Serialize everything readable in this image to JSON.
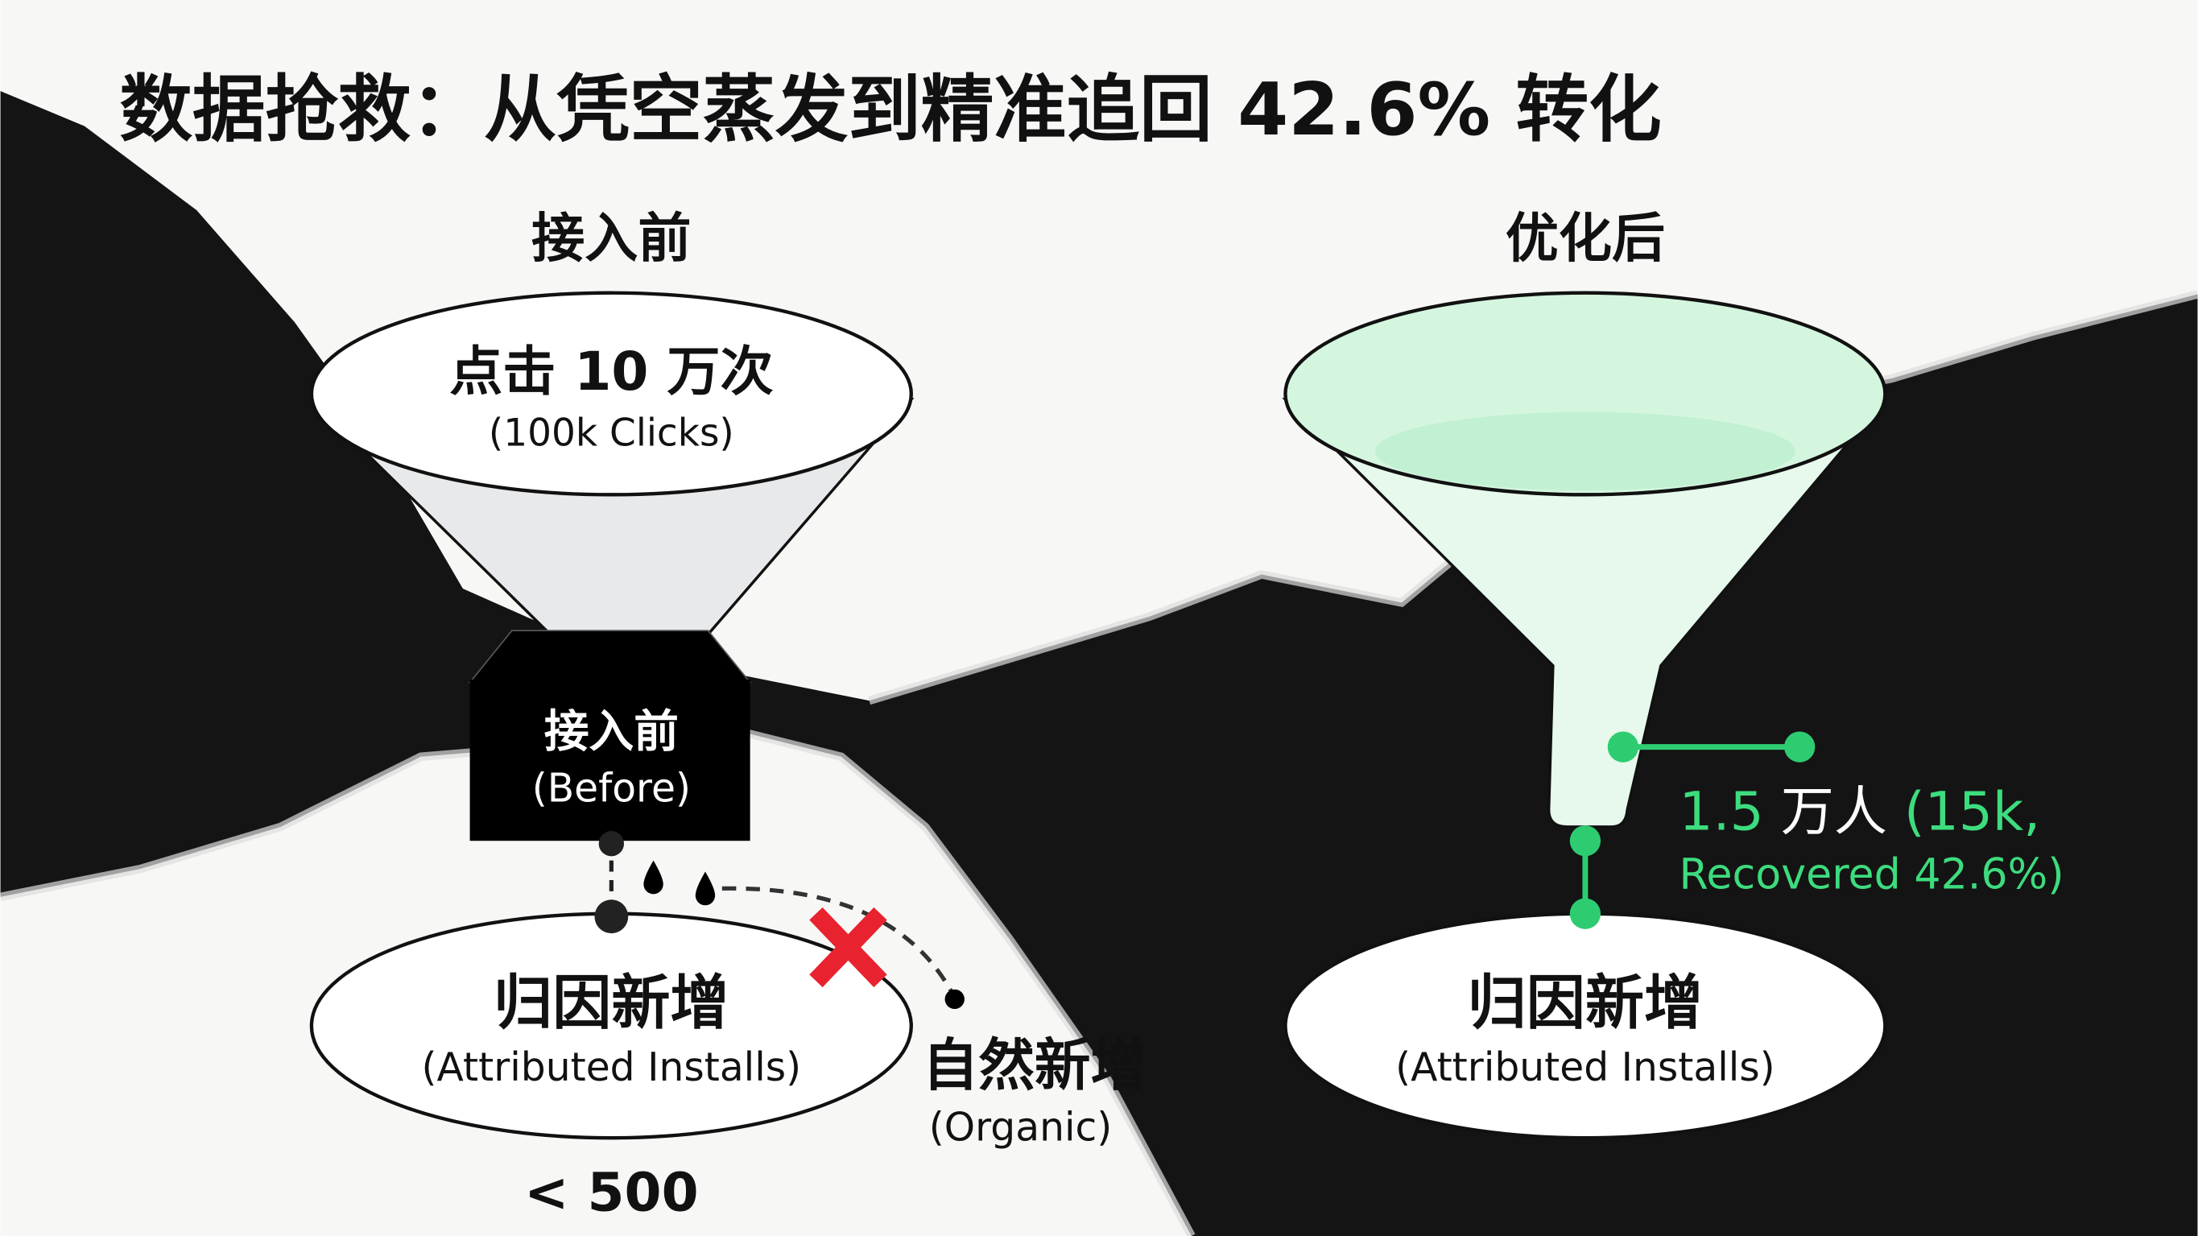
{
  "title": "数据抢救：从凭空蒸发到精准追回 42.6% 转化",
  "before": {
    "heading": "接入前",
    "funnel_top_cn": "点击 10 万次",
    "funnel_top_en": "(100k Clicks)",
    "box_cn": "接入前",
    "box_en": "(Before)",
    "result_cn": "归因新增",
    "result_en": "(Attributed Installs)",
    "result_value": "< 500",
    "organic_cn": "自然新增",
    "organic_en": "(Organic)"
  },
  "after": {
    "heading": "优化后",
    "recovered_num": "1.5",
    "recovered_unit": "万人",
    "recovered_en1": "(15k,",
    "recovered_en2": "Recovered 42.6%)",
    "result_cn": "归因新增",
    "result_en": "(Attributed Installs)"
  },
  "colors": {
    "accent_green": "#3ddc7e",
    "error_red": "#e8232f",
    "funnel_green": "#d4f6df"
  }
}
